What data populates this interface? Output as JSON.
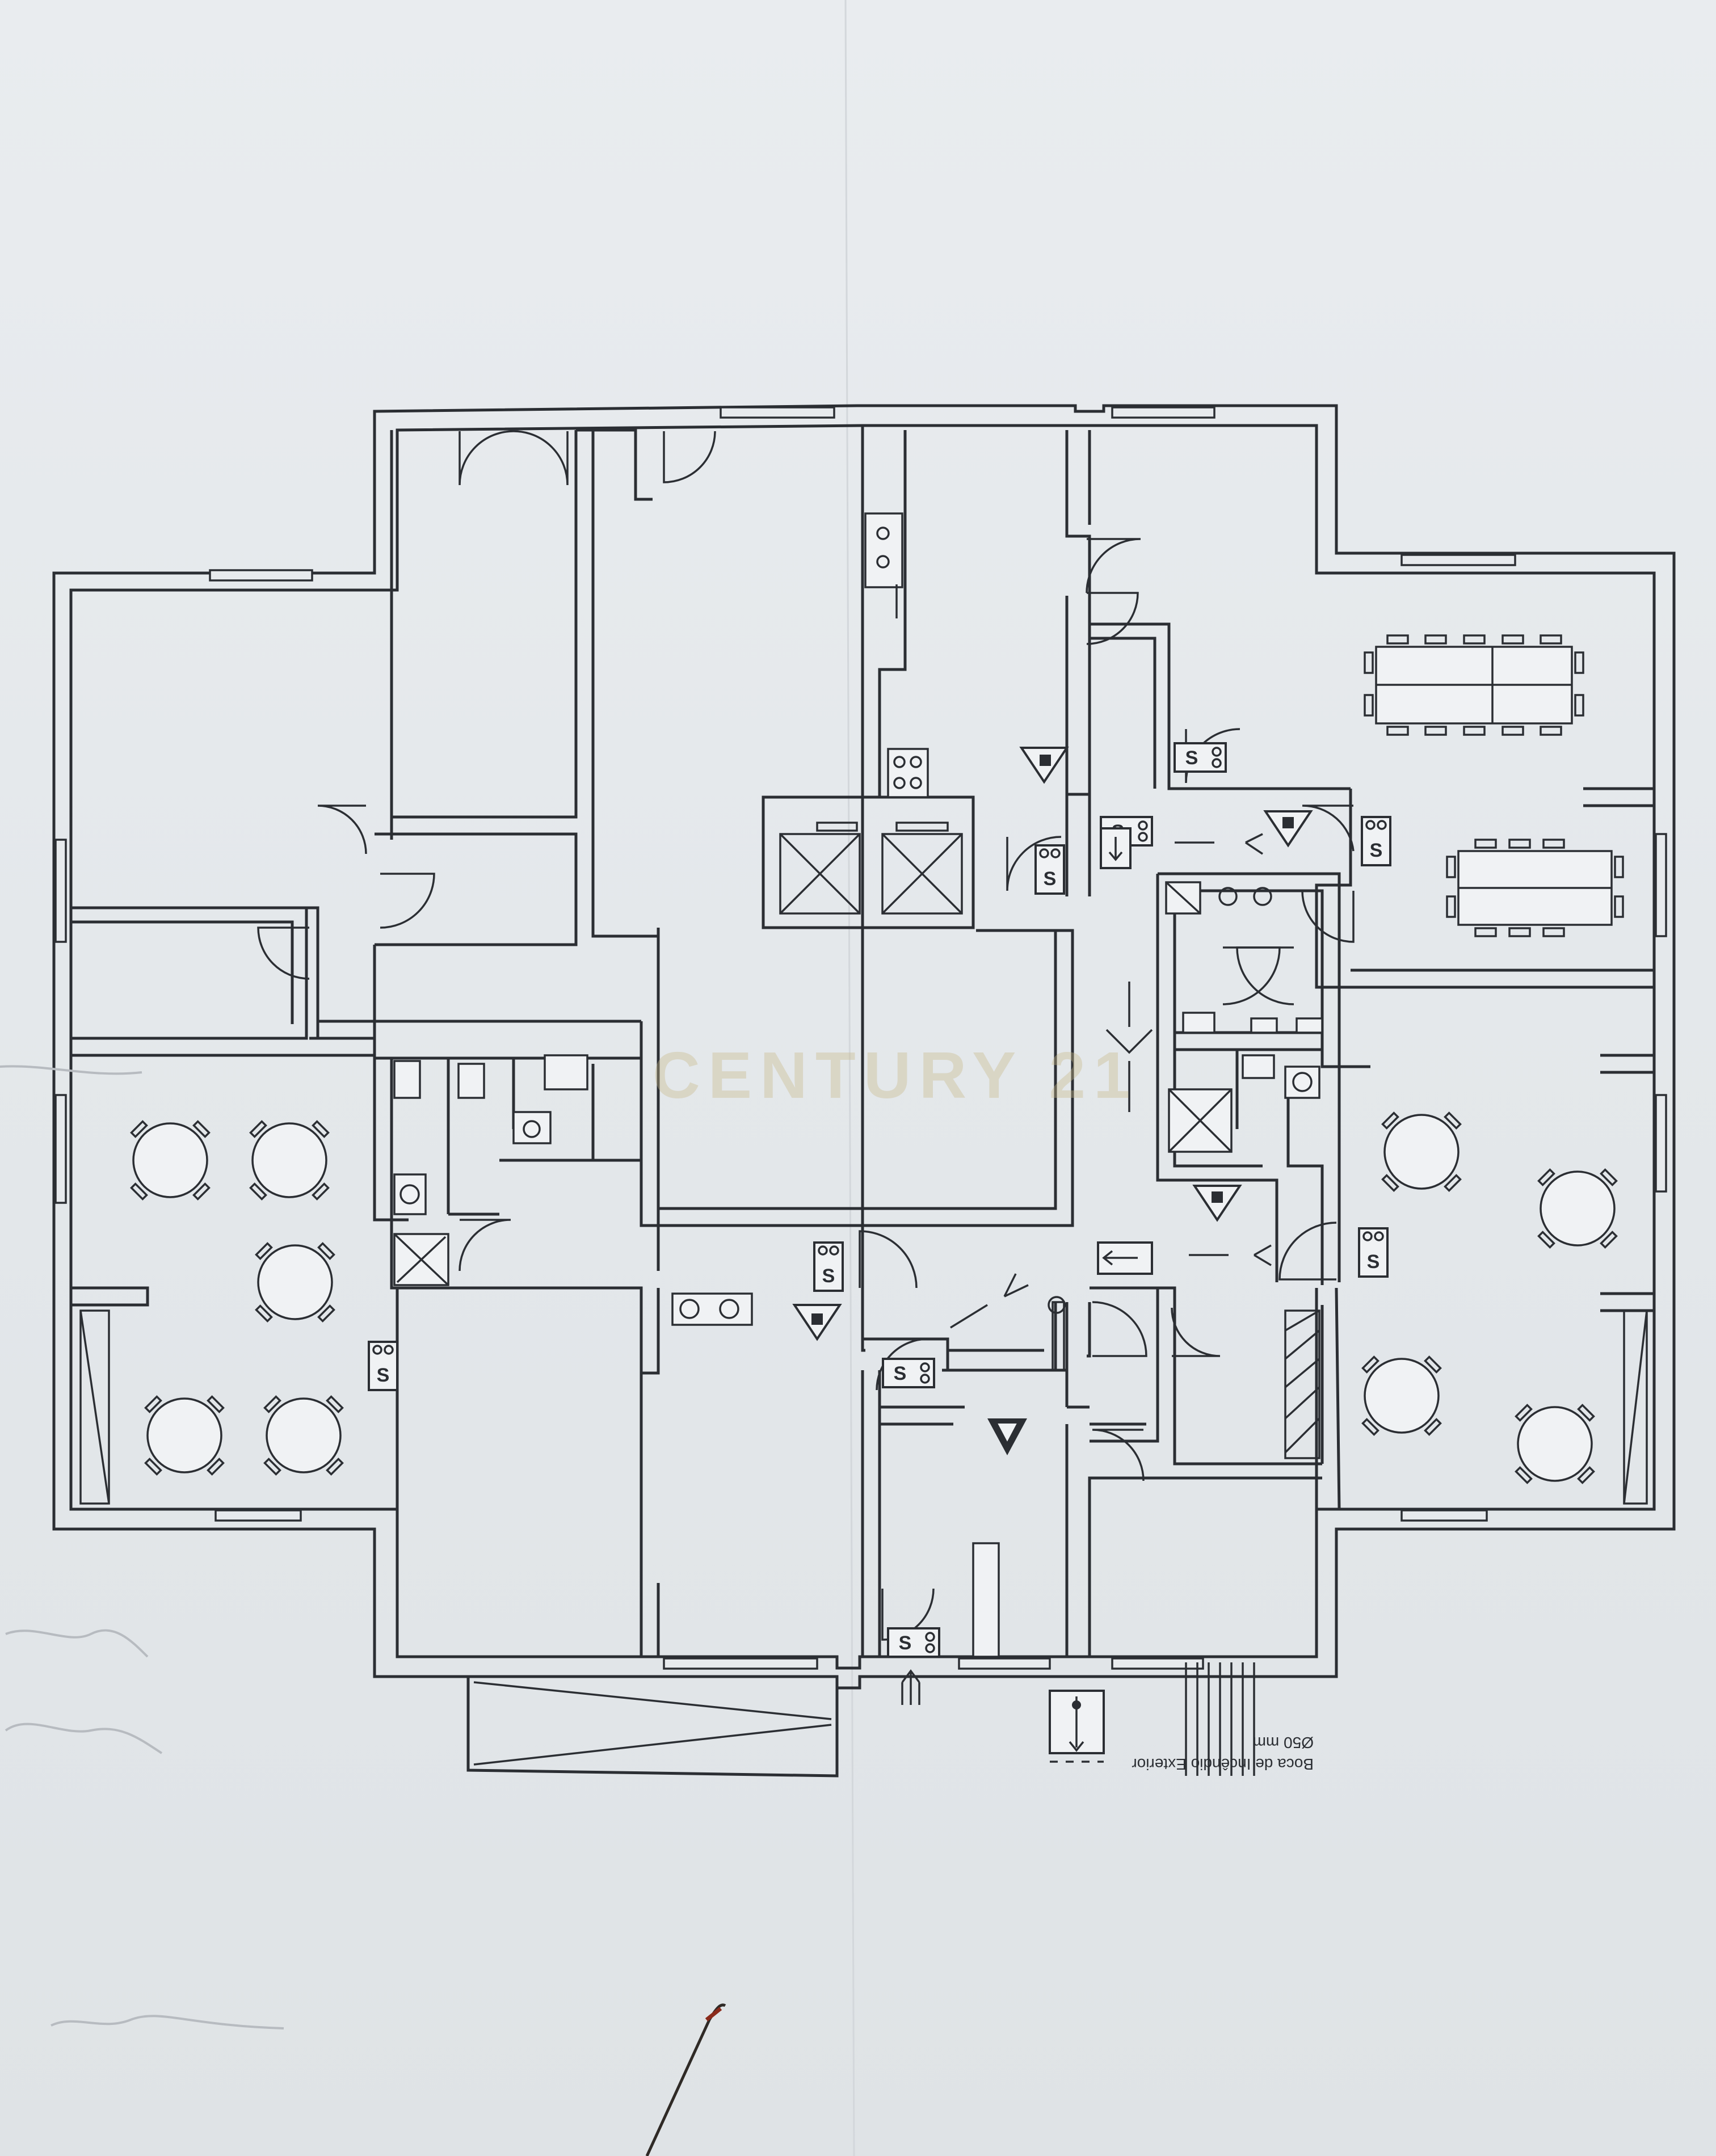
{
  "watermark": "CENTURY 21",
  "annotation": {
    "line1": "Boca de Incêndio Exterior",
    "line2": "Ø50 mm"
  },
  "symbols": {
    "extinguisher": "S"
  },
  "colors": {
    "paper": "#e6e9ec",
    "ink": "#2b2e33",
    "watermark": "#c9b98a"
  }
}
